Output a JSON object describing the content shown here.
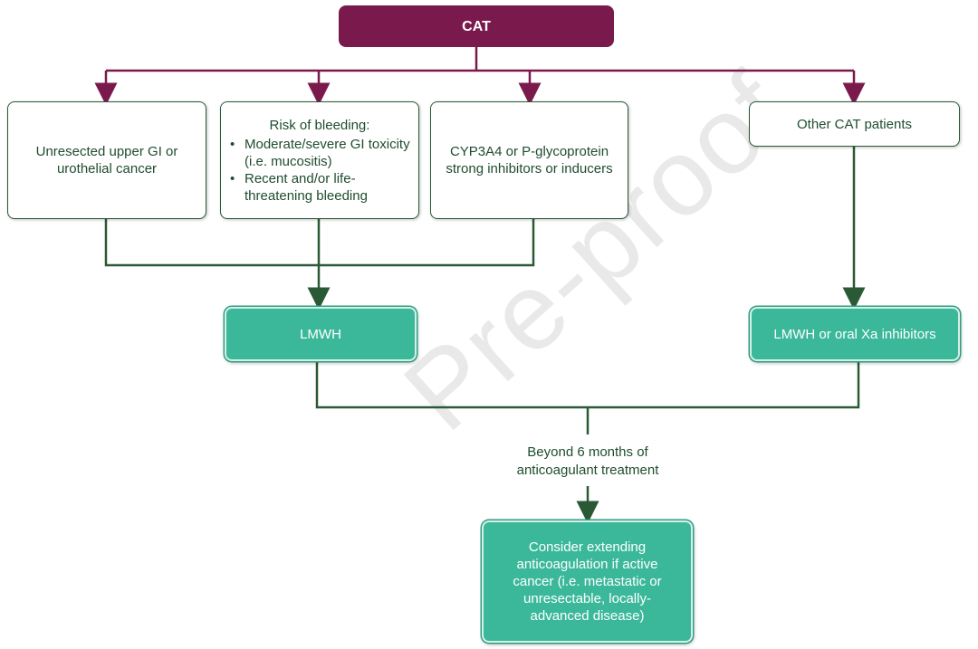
{
  "nodes": {
    "cat": "CAT",
    "unresected": "Unresected upper GI or urothelial cancer",
    "bleeding_title": "Risk of bleeding:",
    "bleeding_items": [
      "Moderate/severe GI toxicity (i.e. mucositis)",
      "Recent and/or life-threatening bleeding"
    ],
    "cyp": "CYP3A4 or P-glycoprotein strong inhibitors or inducers",
    "other": "Other CAT patients",
    "lmwh": "LMWH",
    "lmwh_or_xa": "LMWH or oral Xa inhibitors",
    "beyond": "Beyond 6 months of anticoagulant treatment",
    "consider": "Consider extending anticoagulation if active cancer (i.e. metastatic or unresectable, locally-advanced disease)"
  },
  "watermark": "Pre-proof",
  "colors": {
    "purple": "#7a1a4c",
    "green_line": "#2a5a35",
    "teal": "#3bb89a",
    "text": "#1f4d2e"
  }
}
